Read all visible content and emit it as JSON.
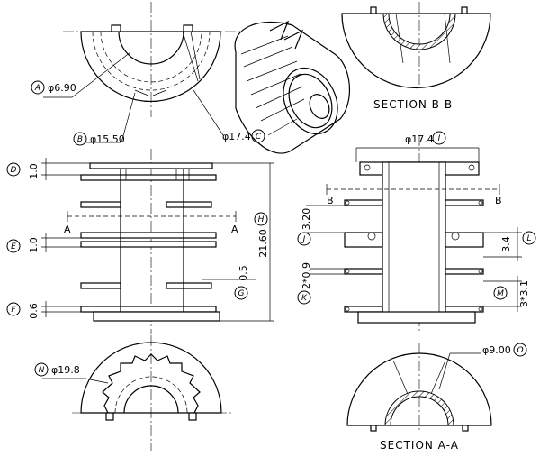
{
  "labels": {
    "A": {
      "letter": "A",
      "value": "φ6.90"
    },
    "B": {
      "letter": "B",
      "value": "φ15.50"
    },
    "C": {
      "letter": "C",
      "value": "φ17.4"
    },
    "D": {
      "letter": "D",
      "value": "1.0"
    },
    "E": {
      "letter": "E",
      "value": "1.0"
    },
    "F": {
      "letter": "F",
      "value": "0.6"
    },
    "G": {
      "letter": "G",
      "value": "0.5"
    },
    "H": {
      "letter": "H",
      "value": "21.60"
    },
    "I": {
      "letter": "I",
      "value": "φ17.4"
    },
    "J": {
      "letter": "J",
      "value": "3.20"
    },
    "K": {
      "letter": "K",
      "value": "2*0.9"
    },
    "L": {
      "letter": "L",
      "value": "3.4"
    },
    "M": {
      "letter": "M",
      "value": "3*3.1"
    },
    "N": {
      "letter": "N",
      "value": "φ19.8"
    },
    "O": {
      "letter": "O",
      "value": "φ9.00"
    }
  },
  "sections": {
    "bb_title": "SECTION  B-B",
    "aa_title": "SECTION  A-A",
    "cut_a": "A",
    "cut_b": "B"
  }
}
